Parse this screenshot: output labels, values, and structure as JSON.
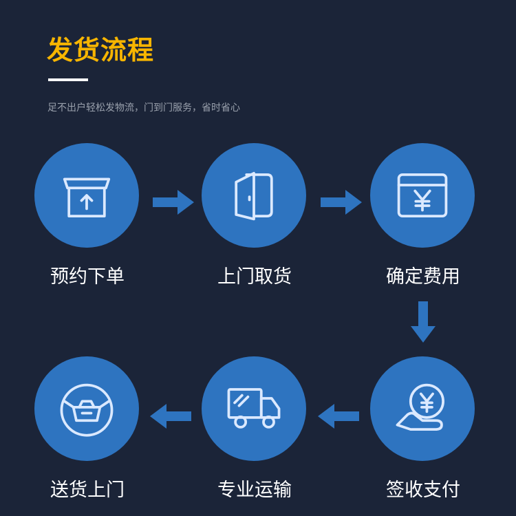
{
  "header": {
    "title": "发货流程",
    "subtitle": "足不出户轻松发物流，门到门服务，省时省心"
  },
  "steps": [
    {
      "label": "预约下单",
      "icon": "box-upload-icon"
    },
    {
      "label": "上门取货",
      "icon": "door-icon"
    },
    {
      "label": "确定费用",
      "icon": "yen-window-icon"
    },
    {
      "label": "签收支付",
      "icon": "hand-yen-coin-icon"
    },
    {
      "label": "专业运输",
      "icon": "truck-icon"
    },
    {
      "label": "送货上门",
      "icon": "package-circle-icon"
    }
  ],
  "colors": {
    "background": "#1b2438",
    "accent": "#f7b500",
    "circle": "#2e74c0",
    "arrow": "#2e74c0",
    "icon_stroke": "#dbe9ff"
  }
}
